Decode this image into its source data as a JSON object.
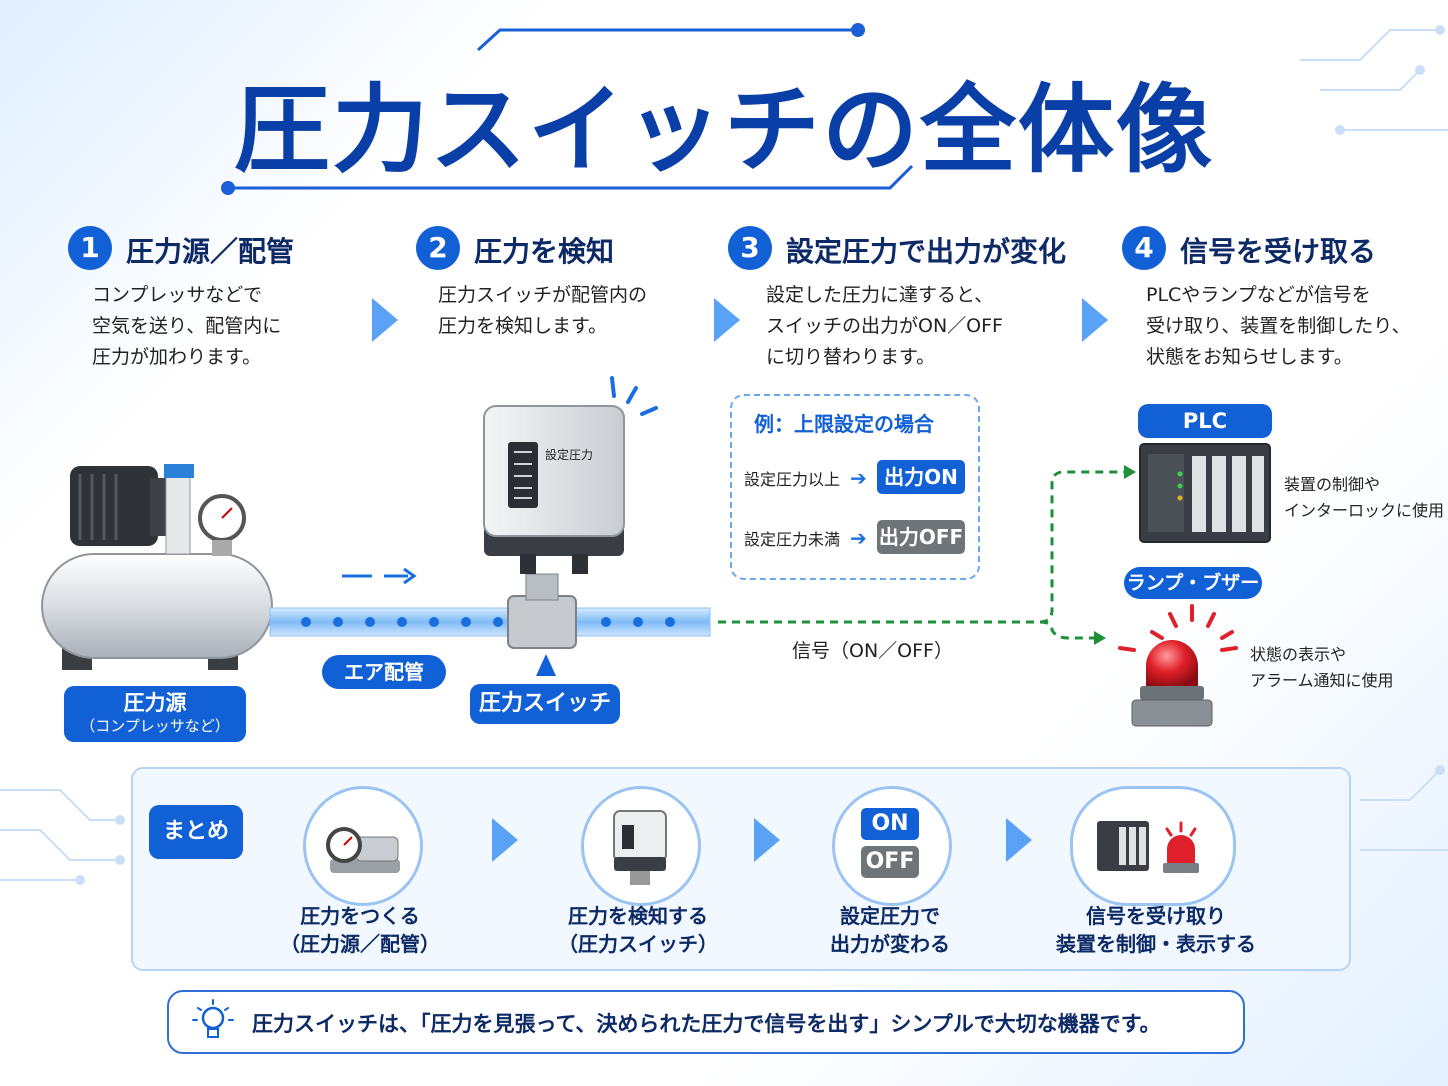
{
  "title": "圧力スイッチの全体像",
  "steps": [
    {
      "num": "1",
      "title": "圧力源／配管",
      "desc": "コンプレッサなどで\n空気を送り、配管内に\n圧力が加わります。"
    },
    {
      "num": "2",
      "title": "圧力を検知",
      "desc": "圧力スイッチが配管内の\n圧力を検知します。"
    },
    {
      "num": "3",
      "title": "設定圧力で出力が変化",
      "desc": "設定した圧力に達すると、\nスイッチの出力がON／OFF\nに切り替わります。"
    },
    {
      "num": "4",
      "title": "信号を受け取る",
      "desc": "PLCやランプなどが信号を\n受け取り、装置を制御したり、\n状態をお知らせします。"
    }
  ],
  "example": {
    "title": "例：上限設定の場合",
    "row1_label": "設定圧力以上",
    "row1_badge": "出力ON",
    "row2_label": "設定圧力未満",
    "row2_badge": "出力OFF"
  },
  "diagram": {
    "source_label_1": "圧力源",
    "source_label_2": "（コンプレッサなど）",
    "pipe_label": "エア配管",
    "switch_label": "圧力スイッチ",
    "switch_panel_text": "設定圧力",
    "signal_label": "信号（ON／OFF）",
    "plc_label": "PLC",
    "plc_desc": "装置の制御や\nインターロックに使用",
    "lamp_label": "ランプ・ブザー",
    "lamp_desc": "状態の表示や\nアラーム通知に使用"
  },
  "summary": {
    "heading": "まとめ",
    "items": [
      {
        "label": "圧力をつくる\n（圧力源／配管）",
        "icon": "compressor-icon"
      },
      {
        "label": "圧力を検知する\n（圧力スイッチ）",
        "icon": "pressure-switch-icon"
      },
      {
        "label": "設定圧力で\n出力が変わる",
        "icon": "on-off-icon",
        "on": "ON",
        "off": "OFF"
      },
      {
        "label": "信号を受け取り\n装置を制御・表示する",
        "icon": "plc-lamp-icon"
      }
    ]
  },
  "footer": "圧力スイッチは、「圧力を見張って、決められた圧力で信号を出す」シンプルで大切な機器です。",
  "colors": {
    "primary": "#1260d6",
    "dark_navy": "#0a3fa8",
    "signal_green": "#1f8f3a",
    "lamp_red": "#e0202a"
  }
}
